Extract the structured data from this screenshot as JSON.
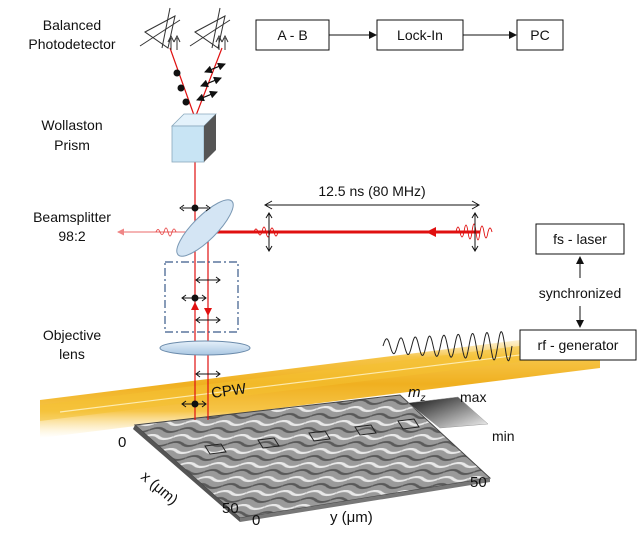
{
  "labels": {
    "detector_line1": "Balanced",
    "detector_line2": "Photodetector",
    "prism_line1": "Wollaston",
    "prism_line2": "Prism",
    "beamsplitter_line1": "Beamsplitter",
    "beamsplitter_line2": "98:2",
    "objective_line1": "Objective",
    "objective_line2": "lens",
    "pulse_spacing": "12.5 ns (80 MHz)",
    "synchronized": "synchronized",
    "cpw": "CPW",
    "mz": "m",
    "mz_sub": "z",
    "max": "max",
    "min": "min"
  },
  "boxes": {
    "diff": "A - B",
    "lockin": "Lock-In",
    "pc": "PC",
    "laser": "fs - laser",
    "rf": "rf - generator"
  },
  "axes": {
    "x_label": "x (μm)",
    "y_label": "y (μm)",
    "x_zero": "0",
    "x_fifty": "50",
    "y_zero": "0",
    "y_fifty": "50"
  },
  "colors": {
    "beam": "#e01010",
    "cpw": "#f3b521",
    "prism": "#c8e4f4",
    "lens": "#c9def0"
  }
}
